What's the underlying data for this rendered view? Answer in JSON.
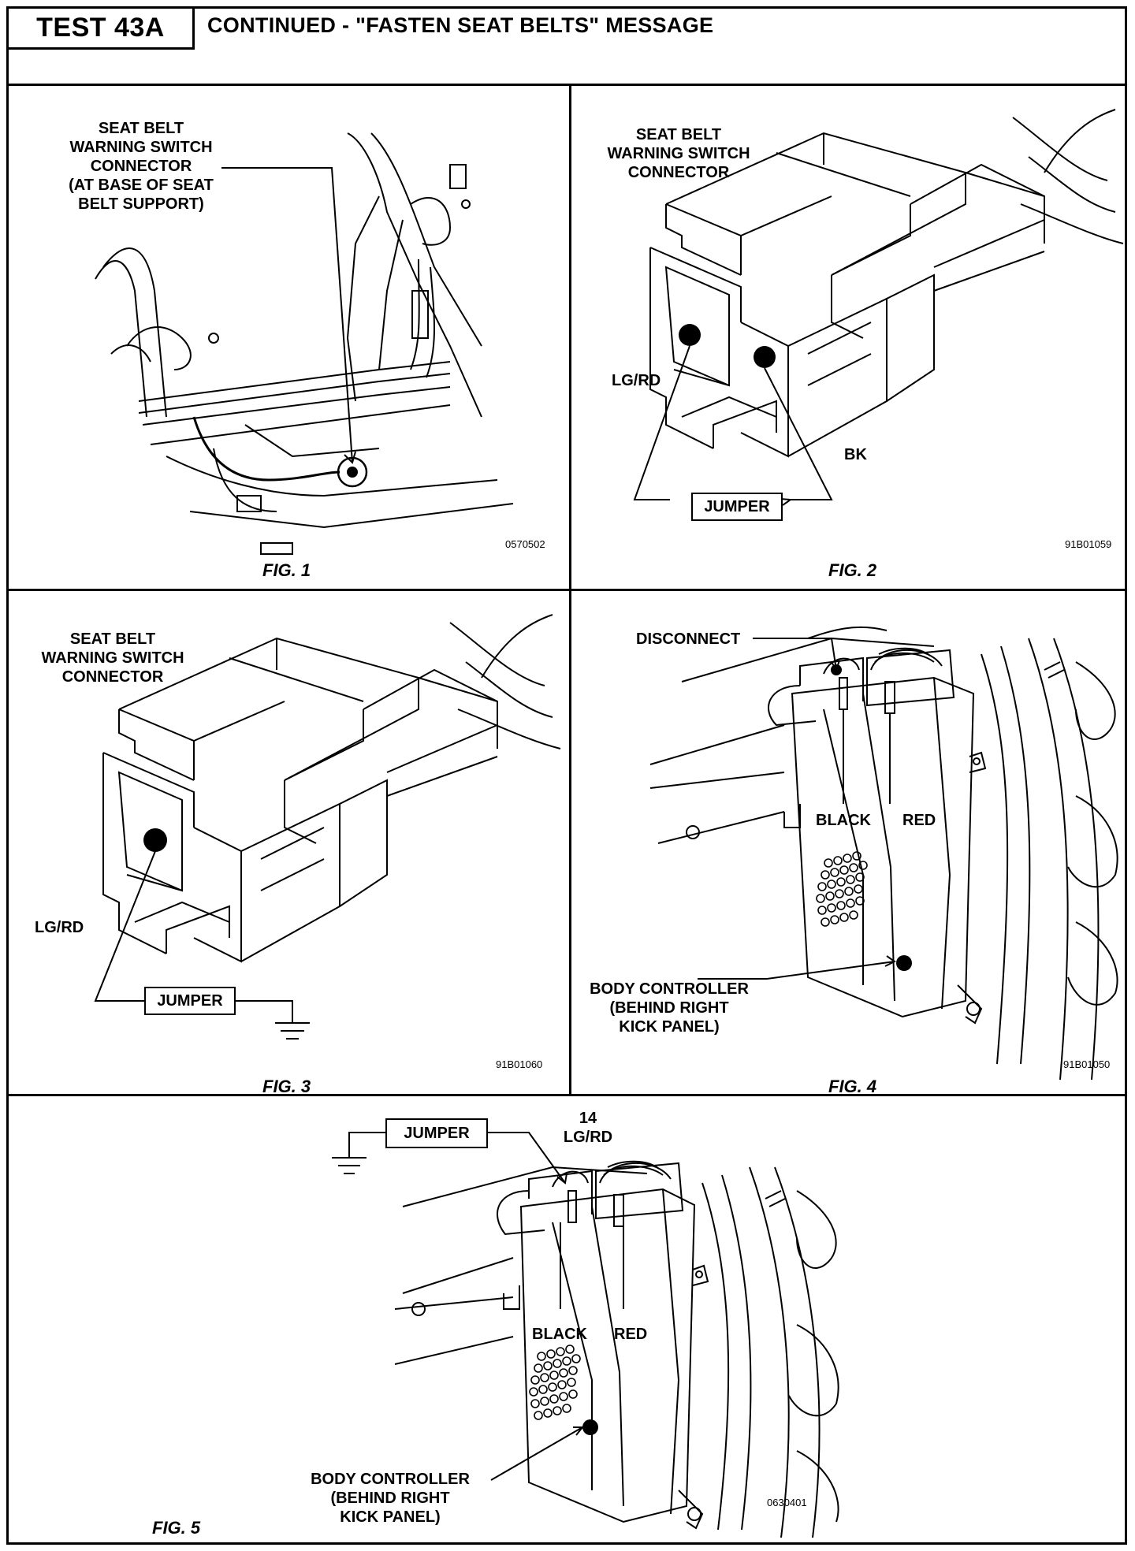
{
  "header": {
    "test_id": "TEST 43A",
    "title": "CONTINUED - \"FASTEN SEAT BELTS\" MESSAGE"
  },
  "figures": [
    {
      "caption": "FIG. 1",
      "code": "0570502",
      "labels": {
        "connector": "SEAT BELT\nWARNING SWITCH\nCONNECTOR\n(AT BASE OF SEAT\nBELT SUPPORT)"
      }
    },
    {
      "caption": "FIG. 2",
      "code": "91B01059",
      "labels": {
        "connector": "SEAT BELT\nWARNING SWITCH\nCONNECTOR",
        "wire_a": "LG/RD",
        "wire_b": "BK",
        "jumper": "JUMPER"
      }
    },
    {
      "caption": "FIG. 3",
      "code": "91B01060",
      "labels": {
        "connector": "SEAT BELT\nWARNING SWITCH\nCONNECTOR",
        "wire_a": "LG/RD",
        "jumper": "JUMPER"
      }
    },
    {
      "caption": "FIG. 4",
      "code": "91B01050",
      "labels": {
        "disconnect": "DISCONNECT",
        "black": "BLACK",
        "red": "RED",
        "controller": "BODY CONTROLLER\n(BEHIND RIGHT\nKICK PANEL)"
      }
    },
    {
      "caption": "FIG. 5",
      "code": "0630401",
      "labels": {
        "jumper": "JUMPER",
        "pin": "14\nLG/RD",
        "black": "BLACK",
        "red": "RED",
        "controller": "BODY CONTROLLER\n(BEHIND RIGHT\nKICK PANEL)"
      }
    }
  ]
}
